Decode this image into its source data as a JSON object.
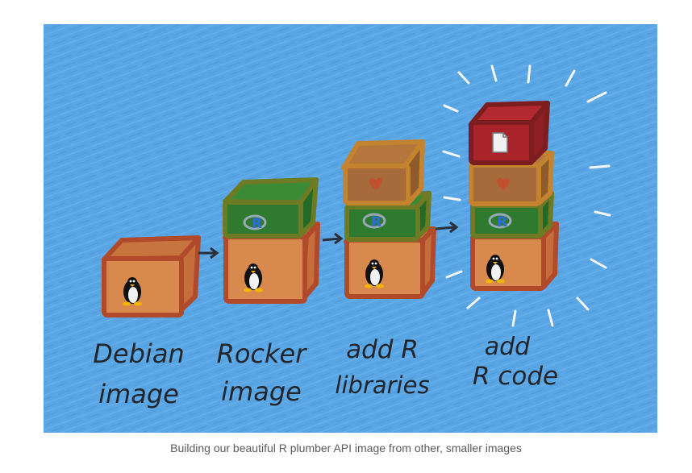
{
  "stages": [
    {
      "label_line1": "Debian",
      "label_line2": "image",
      "layers": [
        "debian"
      ]
    },
    {
      "label_line1": "Rocker",
      "label_line2": "image",
      "layers": [
        "debian",
        "r"
      ]
    },
    {
      "label_line1": "add R",
      "label_line2": "libraries",
      "layers": [
        "debian",
        "r",
        "libraries"
      ]
    },
    {
      "label_line1": "add",
      "label_line2": "R code",
      "layers": [
        "debian",
        "r",
        "libraries",
        "code"
      ]
    }
  ],
  "icons": {
    "debian": "linux-penguin-icon",
    "r": "r-logo-icon",
    "libraries": "heart-icon",
    "code": "document-icon"
  },
  "colors": {
    "background": "#5aa6e4",
    "debian_box": "#d8894e",
    "debian_outline": "#b14a2b",
    "r_box": "#2e7a2e",
    "r_outline": "#6e7a24",
    "libraries_box": "#a76a3a",
    "libraries_outline": "#c4832f",
    "code_box": "#a8232a",
    "code_outline": "#7c1d20"
  },
  "caption": "Building our beautiful R plumber API image from other, smaller images"
}
